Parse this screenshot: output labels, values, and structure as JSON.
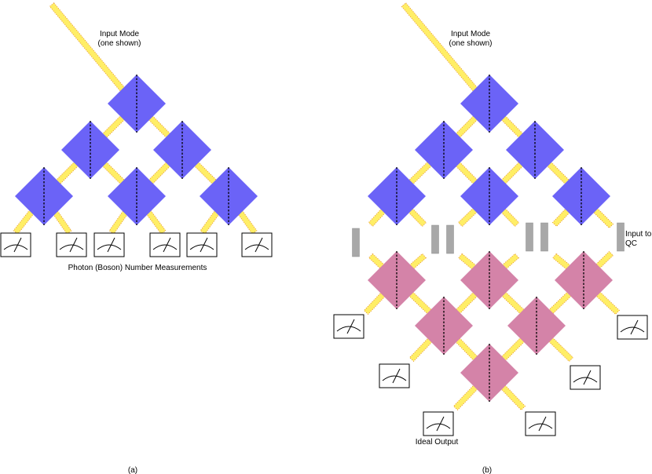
{
  "panel_a": {
    "input_label_line1": "Input Mode",
    "input_label_line2": "(one shown)",
    "measurement_label": "Photon (Boson) Number Measurements",
    "caption": "(a)"
  },
  "panel_b": {
    "input_label_line1": "Input Mode",
    "input_label_line2": "(one shown)",
    "input_qc_line1": "Input to",
    "input_qc_line2": "QC",
    "ideal_output": "Ideal Output",
    "caption": "(b)"
  },
  "colors": {
    "beam_splitter_forward": "#6b63f7",
    "beam_splitter_inverse": "#d483a8",
    "fiber": "#ffee66",
    "fiber_edge": "#e8a040",
    "phase_block": "#a8a8a8"
  },
  "icons": {
    "detector": "meter-icon"
  }
}
